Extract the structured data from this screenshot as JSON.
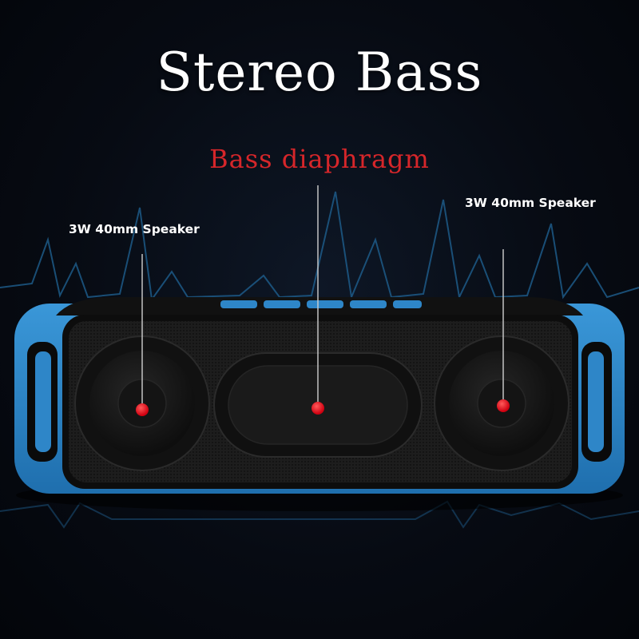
{
  "headline": "Stereo Bass",
  "center_label": "Bass diaphragm",
  "left_label": "3W 40mm Speaker",
  "right_label": "3W 40mm Speaker",
  "colors": {
    "shell_blue": "#2e86c8",
    "body_black": "#141414",
    "marker_red": "#e0101a",
    "center_label": "#d6262a",
    "waveform": "#1f5f8f"
  }
}
